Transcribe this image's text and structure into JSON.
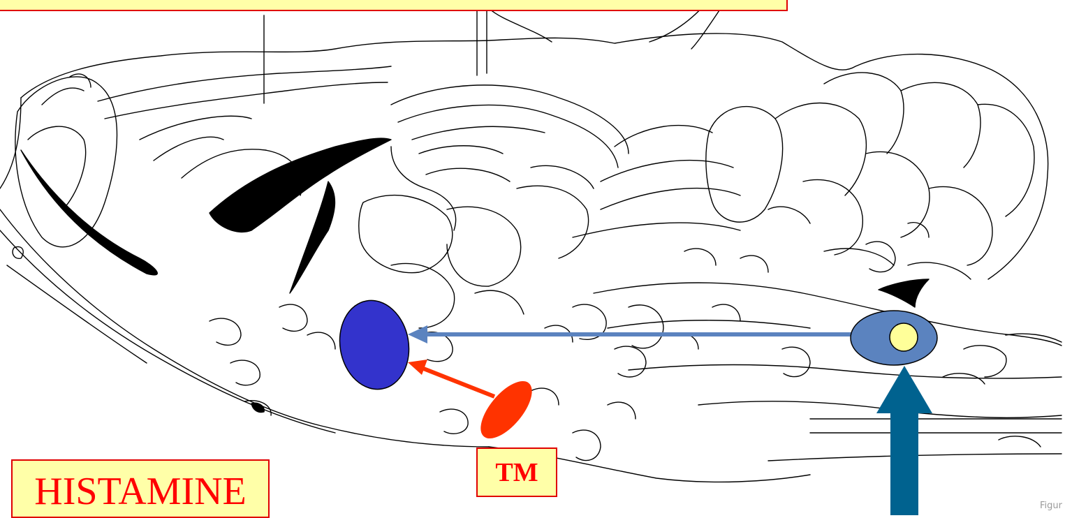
{
  "labels": {
    "histamine": "HISTAMINE",
    "tm": "TM",
    "credit": "Figur"
  },
  "colors": {
    "label_fill": "#ffffa8",
    "label_border": "#e00000",
    "label_text": "#ff0000",
    "target_nucleus": "#3333cc",
    "tm_nucleus": "#ff3300",
    "source_nucleus": "#5b83bf",
    "source_core": "#ffff99",
    "projection_arrow": "#5b83bf",
    "input_arrow": "#00628f",
    "tm_arrow": "#ff3300"
  }
}
